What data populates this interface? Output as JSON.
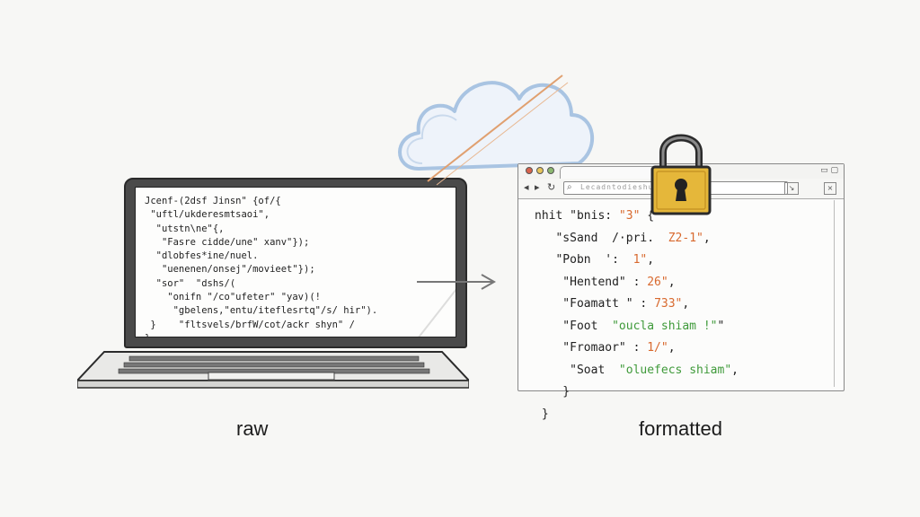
{
  "captions": {
    "left": "raw",
    "right": "formatted"
  },
  "raw_code_lines": [
    "Jcenf-(2dsf Jinsn\" {of/{",
    " \"uftl/ukderesmtsaoi\",",
    "  \"utstn\\ne\"{,",
    "   \"Fasre cidde/une\" xanv\"});",
    "  \"dlobfes*ine/nuel.",
    "   \"uenenen/onsej\"/movieet\"});",
    "  \"sor\"  \"dshs/(",
    "    \"onifn \"/co\"ufeter\" \"yav)(!",
    "     \"gbelens,\"entu/iteflesrtq\"/s/ hir\").",
    " }    \"fltsvels/brfW/cot/ackr shyn\" /",
    "}"
  ],
  "formatted_code_lines": [
    [
      {
        "t": "nhit \"bnis: ",
        "c": "plain"
      },
      {
        "t": "\"3\"",
        "c": "str-o"
      },
      {
        "t": " {",
        "c": "plain"
      }
    ],
    [
      {
        "t": "   \"sSand  /·pri.  ",
        "c": "plain"
      },
      {
        "t": "Z2-1\"",
        "c": "str-o"
      },
      {
        "t": ",",
        "c": "plain"
      }
    ],
    [
      {
        "t": "   \"Pobn  ':  ",
        "c": "plain"
      },
      {
        "t": "1\"",
        "c": "str-o"
      },
      {
        "t": ",",
        "c": "plain"
      }
    ],
    [
      {
        "t": "    \"Hentend\" : ",
        "c": "plain"
      },
      {
        "t": "26\"",
        "c": "str-o"
      },
      {
        "t": ",",
        "c": "plain"
      }
    ],
    [
      {
        "t": "    \"Foamatt \" : ",
        "c": "plain"
      },
      {
        "t": "733\"",
        "c": "str-o"
      },
      {
        "t": ",",
        "c": "plain"
      }
    ],
    [
      {
        "t": "    \"Foot  ",
        "c": "plain"
      },
      {
        "t": "\"oucla shiam !\"",
        "c": "str-g"
      },
      {
        "t": "\"",
        "c": "plain"
      }
    ],
    [
      {
        "t": "    \"Fromaor\" : ",
        "c": "plain"
      },
      {
        "t": "1/\"",
        "c": "str-o"
      },
      {
        "t": ",",
        "c": "plain"
      }
    ],
    [
      {
        "t": "     \"Soat  ",
        "c": "plain"
      },
      {
        "t": "\"oluefecs shiam\"",
        "c": "str-g"
      },
      {
        "t": ",",
        "c": "plain"
      }
    ],
    [
      {
        "t": "    }",
        "c": "plain"
      }
    ],
    [
      {
        "t": " }",
        "c": "plain"
      }
    ]
  ],
  "browser": {
    "url": "Lecadntodieshue"
  },
  "colors": {
    "string_value": "#d8692e",
    "string_green": "#3f9a3a",
    "padlock_gold": "#e5b73a",
    "cloud_blue": "#a9c4e2",
    "cloud_slash": "#e0a070"
  },
  "icons": [
    "laptop-icon",
    "cloud-icon",
    "padlock-icon",
    "arrow-right-icon",
    "browser-window-icon"
  ]
}
